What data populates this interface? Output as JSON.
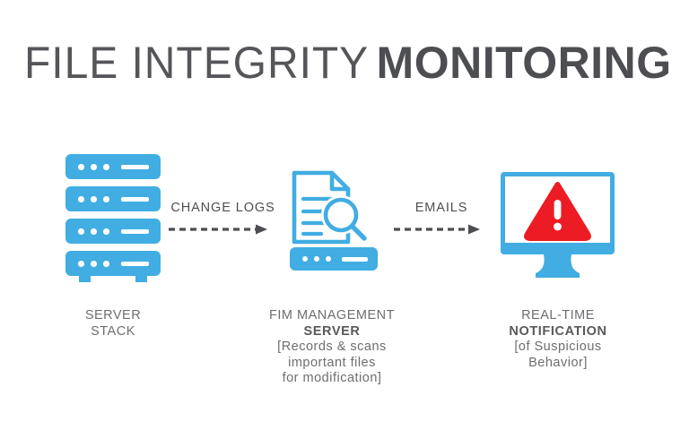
{
  "title": {
    "thin_part": "FILE INTEGRITY ",
    "bold_part": "MONITORING"
  },
  "colors": {
    "blue": "#41ADE2",
    "red": "#ED1C24",
    "title_gray": "#55565A",
    "text_gray": "#6D6E71",
    "arrow_gray": "#4D4E52",
    "background": "#FFFFFF"
  },
  "nodes": {
    "server_stack": {
      "icon_name": "server-stack-icon",
      "unit_count": 4,
      "caption_lines": [
        "SERVER",
        "STACK"
      ]
    },
    "fim_server": {
      "icon_name": "document-magnifier-icon",
      "caption_lines": [
        "FIM MANAGEMENT",
        "SERVER",
        "[Records & scans",
        "important files",
        "for modification]"
      ],
      "bold_line_index": 1
    },
    "notification": {
      "icon_name": "monitor-alert-icon",
      "caption_lines": [
        "REAL-TIME",
        "NOTIFICATION",
        "[of Suspicious",
        "Behavior]"
      ],
      "bold_line_index": 1
    }
  },
  "flows": [
    {
      "label": "CHANGE LOGS",
      "direction": "right",
      "style": "dashed"
    },
    {
      "label": "EMAILS",
      "direction": "right",
      "style": "dashed"
    }
  ]
}
